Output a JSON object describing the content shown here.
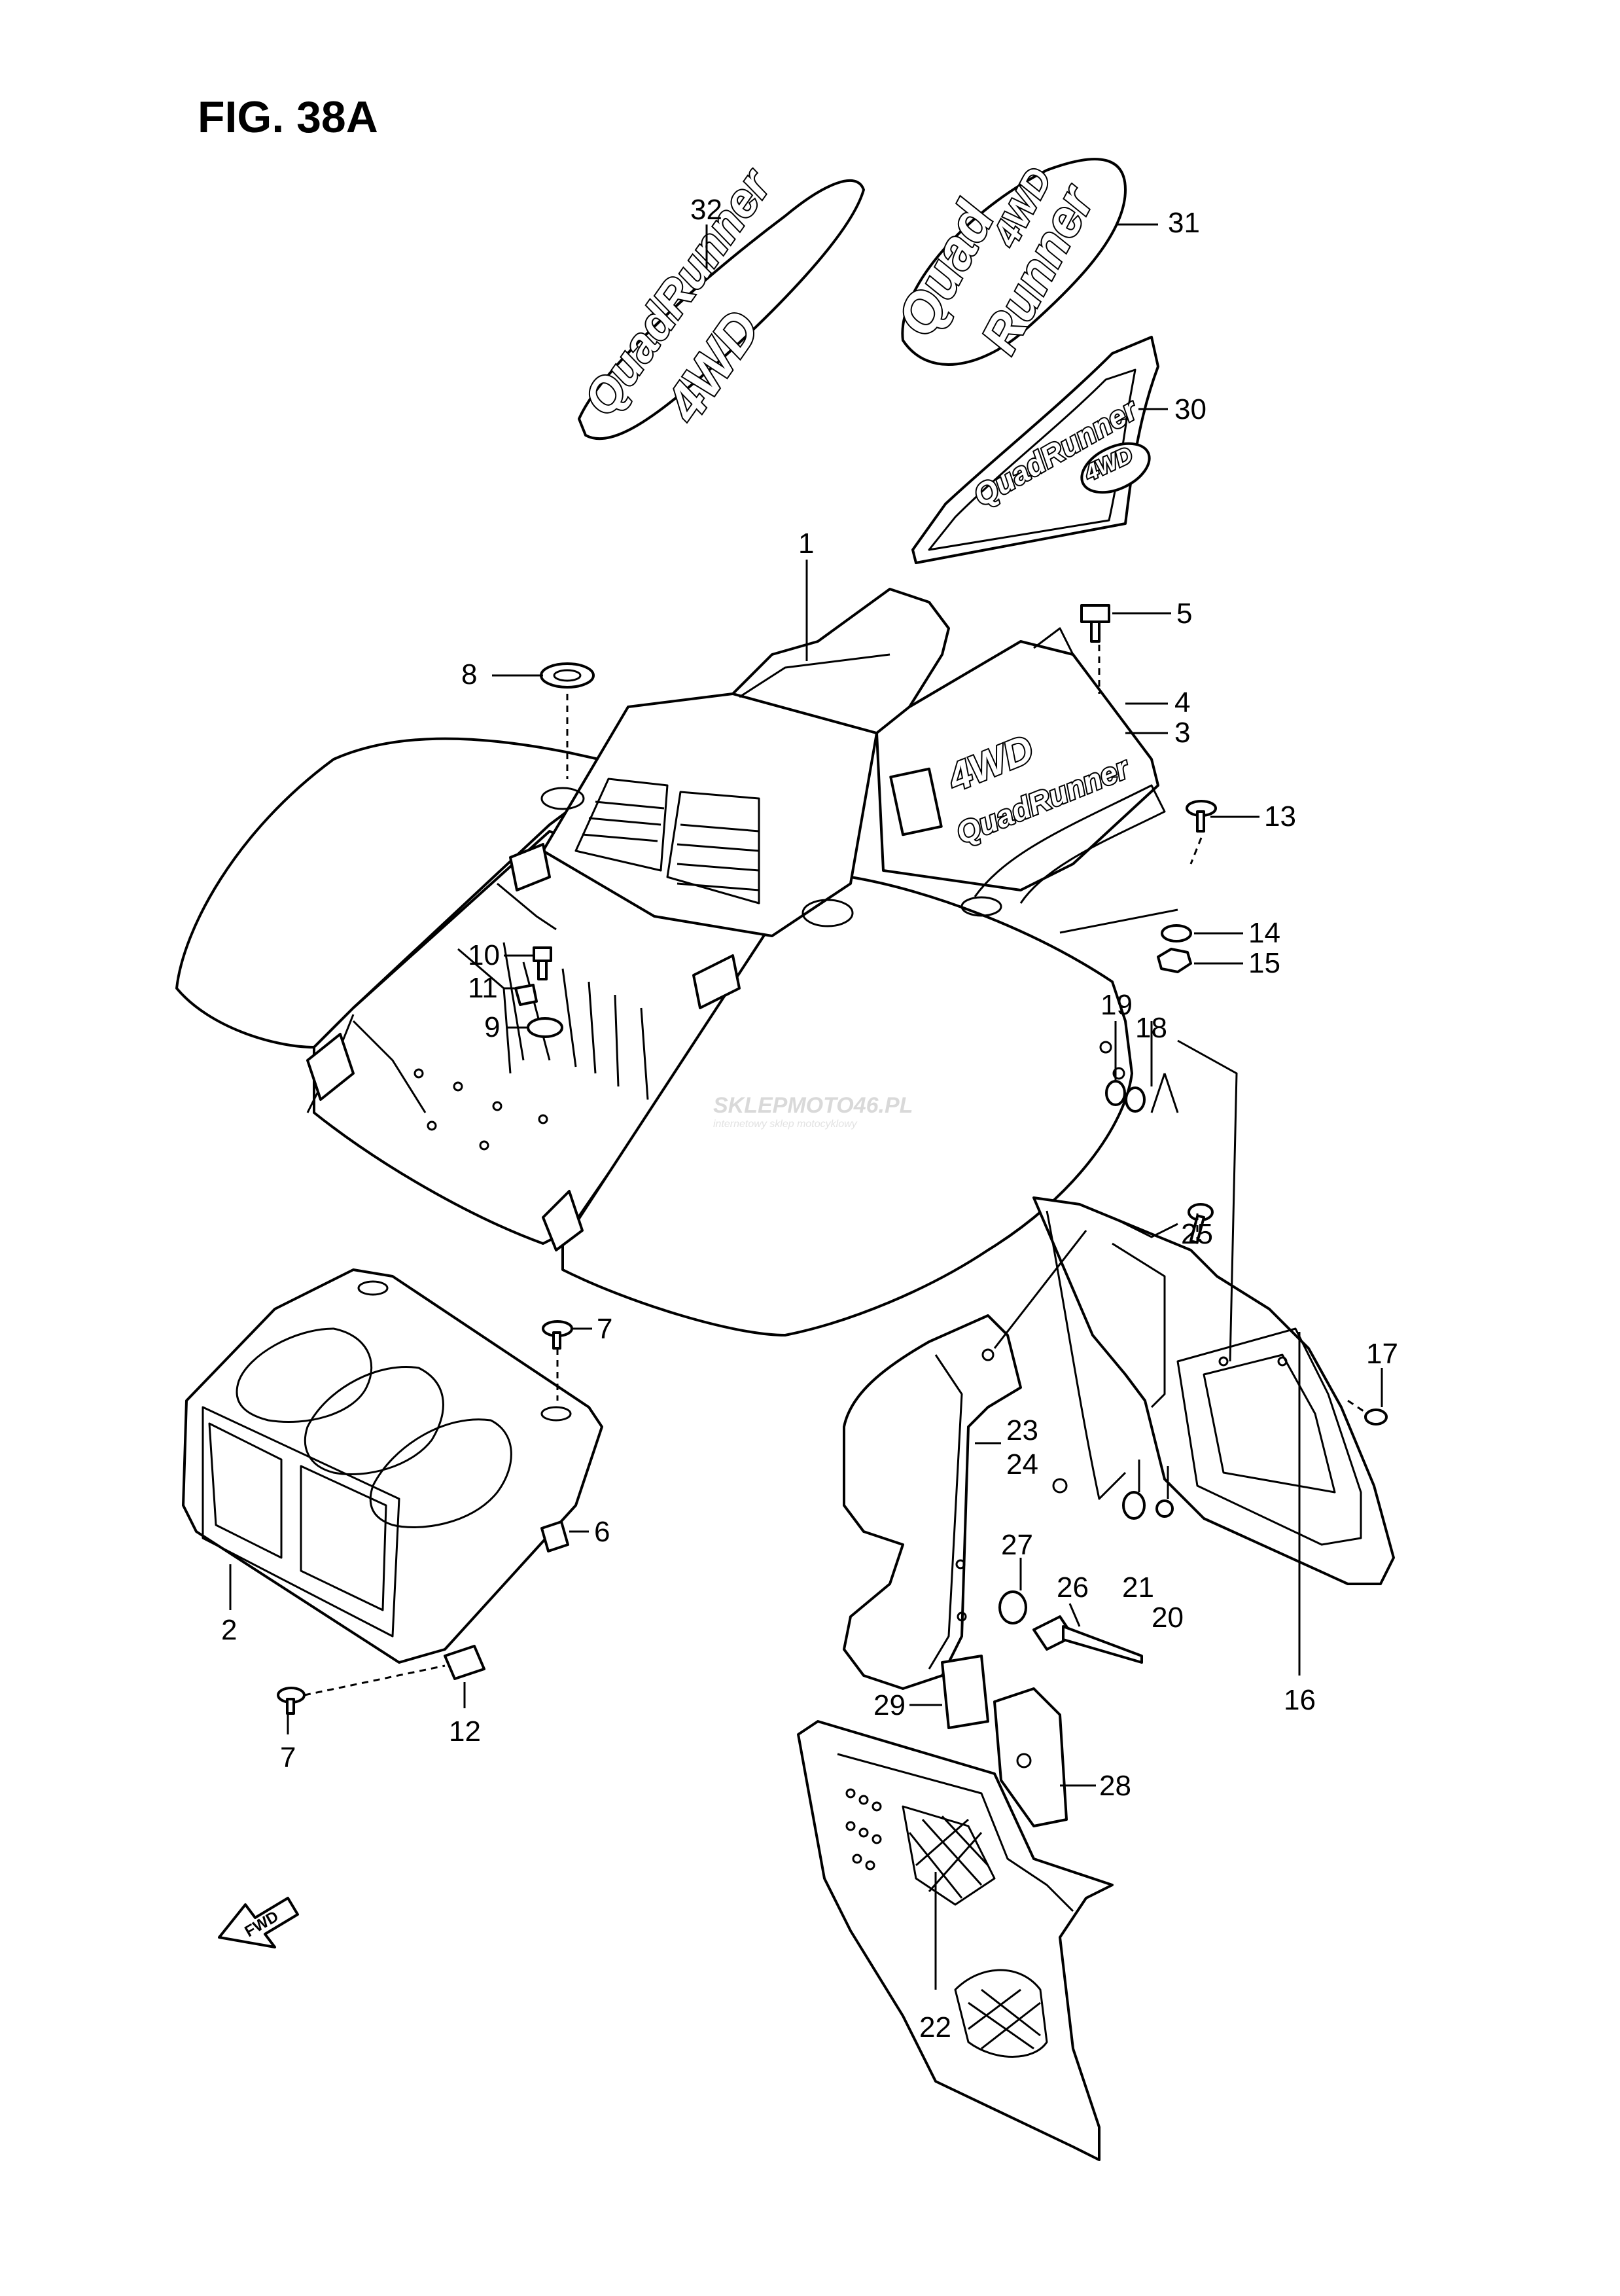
{
  "figure": {
    "title": "FIG. 38A"
  },
  "watermark": {
    "brand": "SKLEPMOTO46.PL",
    "tagline": "internetowy sklep motocyklowy"
  },
  "decals": {
    "decal_32_line1": "QuadRunner",
    "decal_32_line2": "4WD",
    "decal_31_line1": "Quad",
    "decal_31_line2": "4WD",
    "decal_31_line3": "Runner",
    "decal_30_line1": "QuadRunner",
    "decal_30_line2": "4WD",
    "decal_3": "QuadRunner",
    "decal_4": "4WD"
  },
  "forward_arrow": {
    "label": "FWD"
  },
  "callouts": {
    "c1": "1",
    "c2": "2",
    "c3": "3",
    "c4": "4",
    "c5": "5",
    "c6": "6",
    "c7a": "7",
    "c7b": "7",
    "c8": "8",
    "c9": "9",
    "c10": "10",
    "c11": "11",
    "c12": "12",
    "c13": "13",
    "c14": "14",
    "c15": "15",
    "c16": "16",
    "c17": "17",
    "c18": "18",
    "c19": "19",
    "c20": "20",
    "c21": "21",
    "c22": "22",
    "c23": "23",
    "c24": "24",
    "c25": "25",
    "c26": "26",
    "c27": "27",
    "c28": "28",
    "c29": "29",
    "c30": "30",
    "c31": "31",
    "c32": "32"
  }
}
